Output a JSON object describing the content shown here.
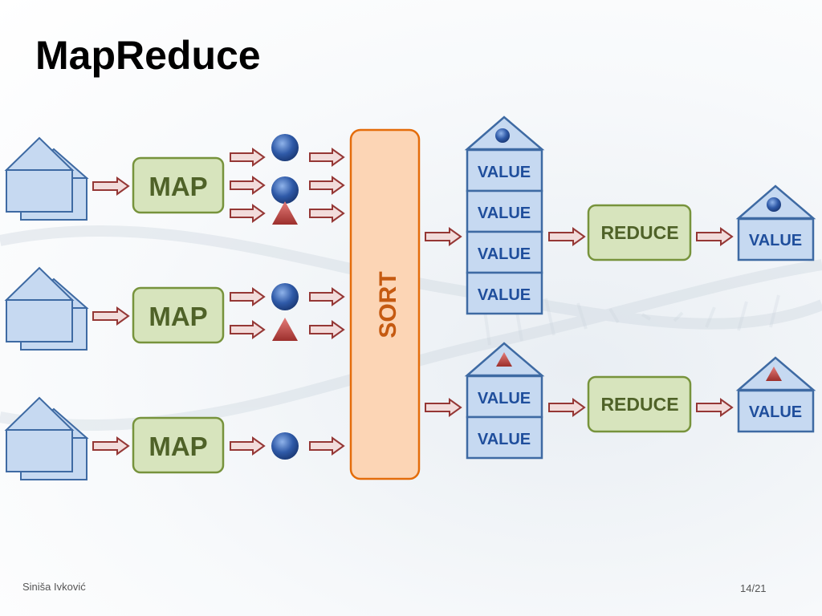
{
  "slide": {
    "title": "MapReduce",
    "author": "Siniša Ivković",
    "page": "14/21"
  },
  "diagram": {
    "map_label": "MAP",
    "sort_label": "SORT",
    "value_label": "VALUE",
    "reduce_label": "REDUCE",
    "map_outputs": [
      [
        "circle",
        "circle",
        "triangle"
      ],
      [
        "circle",
        "triangle"
      ],
      [
        "circle"
      ]
    ],
    "groups": [
      {
        "key_shape": "circle",
        "values": 4
      },
      {
        "key_shape": "triangle",
        "values": 2
      }
    ]
  },
  "colors": {
    "doc_fill": "#c6d9f1",
    "doc_stroke": "#3e6aa3",
    "map_fill": "#d7e4bd",
    "map_stroke": "#77933c",
    "map_text": "#4f6228",
    "sort_fill": "#fcd5b5",
    "sort_stroke": "#e46c0a",
    "sort_text": "#c55a11",
    "value_text": "#1f4e9c",
    "arrow_fill": "#f2dcdb",
    "arrow_stroke": "#953735",
    "circle_key": "#2f5aa8",
    "triangle_key": "#c0504d"
  }
}
